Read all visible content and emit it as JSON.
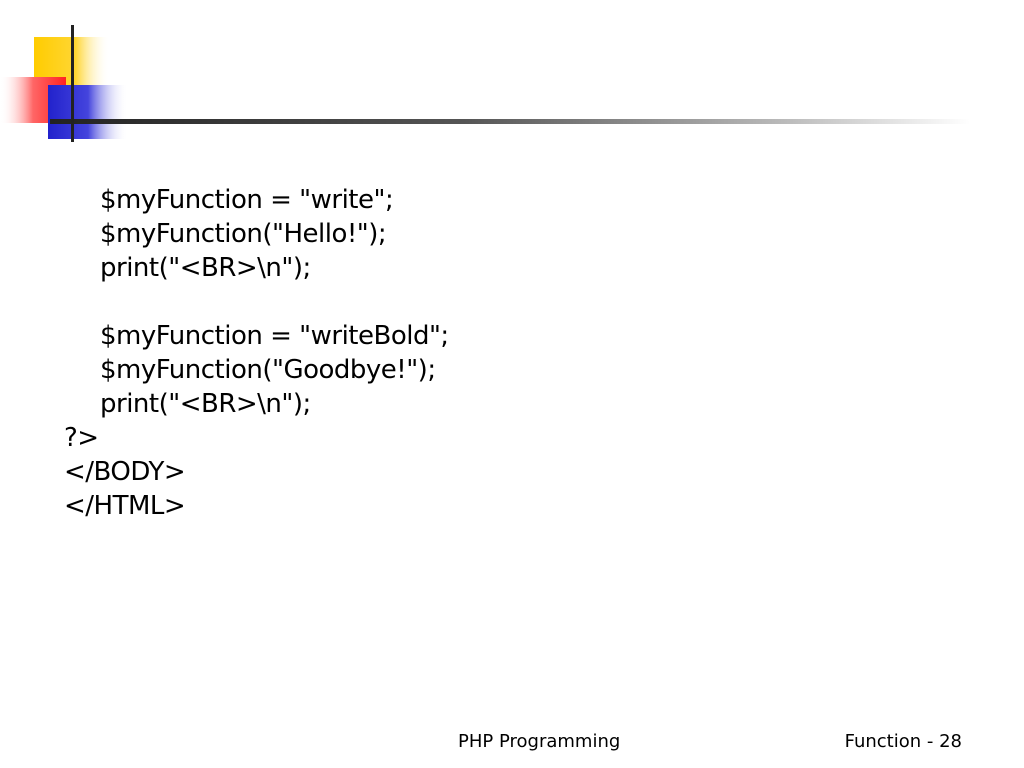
{
  "slide": {
    "code_lines": [
      {
        "text": "$myFunction = \"write\";",
        "indent": true
      },
      {
        "text": "$myFunction(\"Hello!\");",
        "indent": true
      },
      {
        "text": "print(\"<BR>\\n\");",
        "indent": true
      },
      {
        "text": "",
        "indent": true
      },
      {
        "text": "$myFunction = \"writeBold\";",
        "indent": true
      },
      {
        "text": "$myFunction(\"Goodbye!\");",
        "indent": true
      },
      {
        "text": "print(\"<BR>\\n\");",
        "indent": true
      },
      {
        "text": "?>",
        "indent": false
      },
      {
        "text": "</BODY>",
        "indent": false
      },
      {
        "text": "</HTML>",
        "indent": false
      }
    ],
    "footer": {
      "title": "PHP Programming",
      "page": "Function - 28"
    }
  },
  "colors": {
    "yellow": "#FFCC00",
    "red": "#FF3333",
    "blue": "#3333CC",
    "line": "#333333"
  }
}
